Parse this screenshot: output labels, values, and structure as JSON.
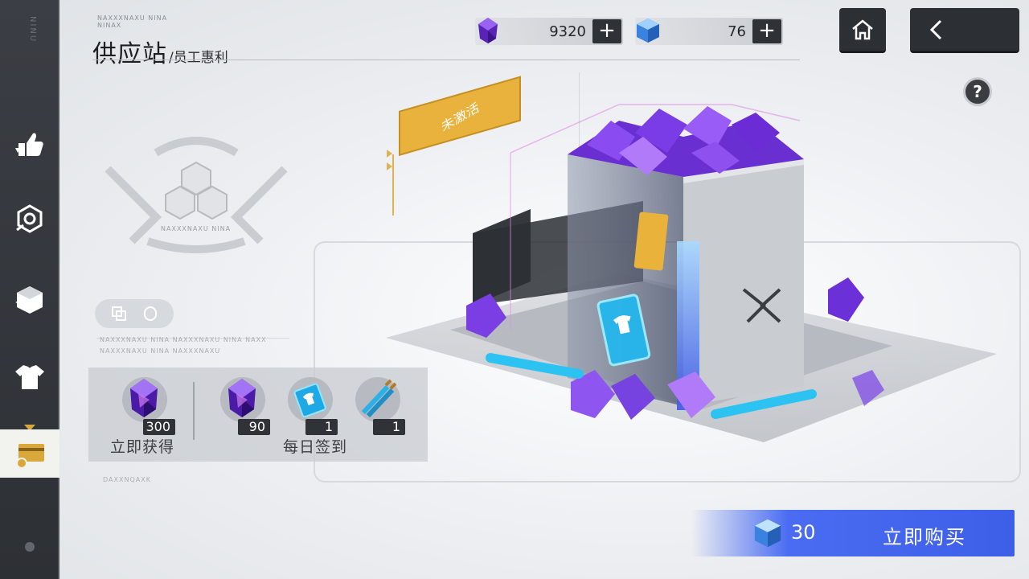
{
  "header": {
    "small_caption": "NAXXXNAXU NINA",
    "small_caption_2": "NINAX",
    "title": "供应站",
    "subtitle": "/员工惠利"
  },
  "rail": {
    "brand": "NINU",
    "items": [
      {
        "name": "thumbs-up-icon"
      },
      {
        "name": "badge-gear-icon"
      },
      {
        "name": "package-icon"
      },
      {
        "name": "shirt-icon"
      },
      {
        "name": "card-icon"
      }
    ]
  },
  "currency": {
    "crystal": {
      "value": "9320",
      "plus": "+",
      "icon": "purple-crystal-icon"
    },
    "cube": {
      "value": "76",
      "plus": "+",
      "icon": "blue-cube-icon"
    }
  },
  "nav": {
    "home_icon": "home-icon",
    "back_icon": "back-arrow-icon",
    "help_label": "?"
  },
  "emblem": {
    "caption": "NAXXXNAXU NINA"
  },
  "micro_text": {
    "line1": "NAXXXNAXU NINA NAXXXNAXU NINA NAXX",
    "line2": "NAXXXNAXU NINA NAXXXNAXU",
    "line3": "DAXXNQAXK"
  },
  "status_tag": "未激活",
  "rewards": {
    "instant": {
      "label": "立即获得",
      "items": [
        {
          "icon": "purple-crystal-icon",
          "count": "300"
        }
      ]
    },
    "daily": {
      "label": "每日签到",
      "items": [
        {
          "icon": "purple-crystal-icon",
          "count": "90"
        },
        {
          "icon": "ticket-card-icon",
          "count": "1"
        },
        {
          "icon": "tool-sticks-icon",
          "count": "1"
        }
      ]
    }
  },
  "buy": {
    "cost": "30",
    "label": "立即购买",
    "icon": "blue-cube-icon"
  },
  "colors": {
    "accent_gold": "#e9b23d",
    "buy_blue": "#4a6cf2",
    "rail_dark": "#2d3035"
  }
}
